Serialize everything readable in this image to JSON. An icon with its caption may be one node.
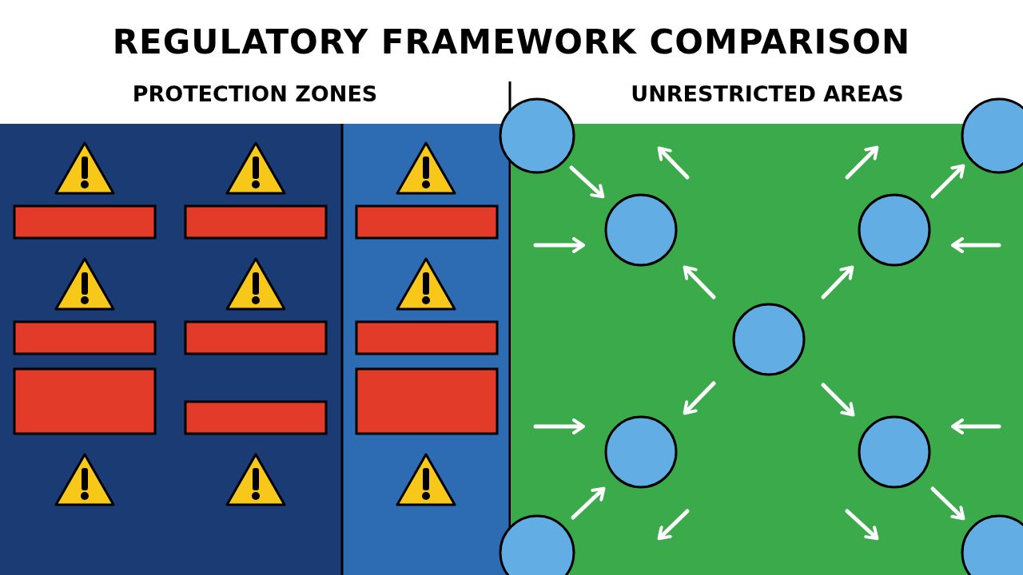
{
  "diagram": {
    "title": "REGULATORY FRAMEWORK COMPARISON",
    "labels": [
      "PROTECTION ZONES",
      "UNRESTRICTED AREAS"
    ]
  }
}
